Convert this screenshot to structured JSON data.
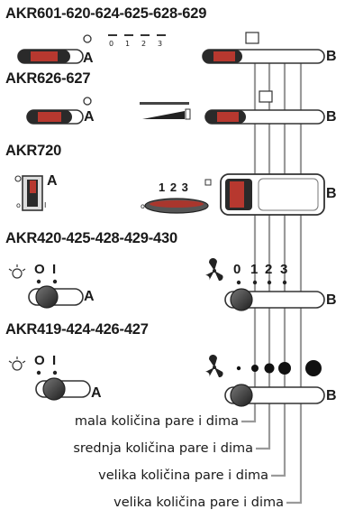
{
  "models": {
    "m1": "AKR601-620-624-625-628-629",
    "m2": "AKR626-627",
    "m3": "AKR720",
    "m4": "AKR420-425-428-429-430",
    "m5": "AKR419-424-426-427"
  },
  "side_labels": {
    "a": "A",
    "b": "B"
  },
  "m1_scale": [
    "0",
    "1",
    "2",
    "3"
  ],
  "m3_scale": "1 2 3",
  "m4_positions": {
    "off": "O",
    "on": "I",
    "speeds": [
      "0",
      "1",
      "2",
      "3"
    ]
  },
  "m5_positions": {
    "off": "O",
    "on": "I"
  },
  "switch_marks": {
    "off": "o",
    "on": "I"
  },
  "legend": [
    "mala količina pare i dima",
    "srednja količina pare i dima",
    "velika količina pare i dima",
    "velika količina pare i dima"
  ]
}
